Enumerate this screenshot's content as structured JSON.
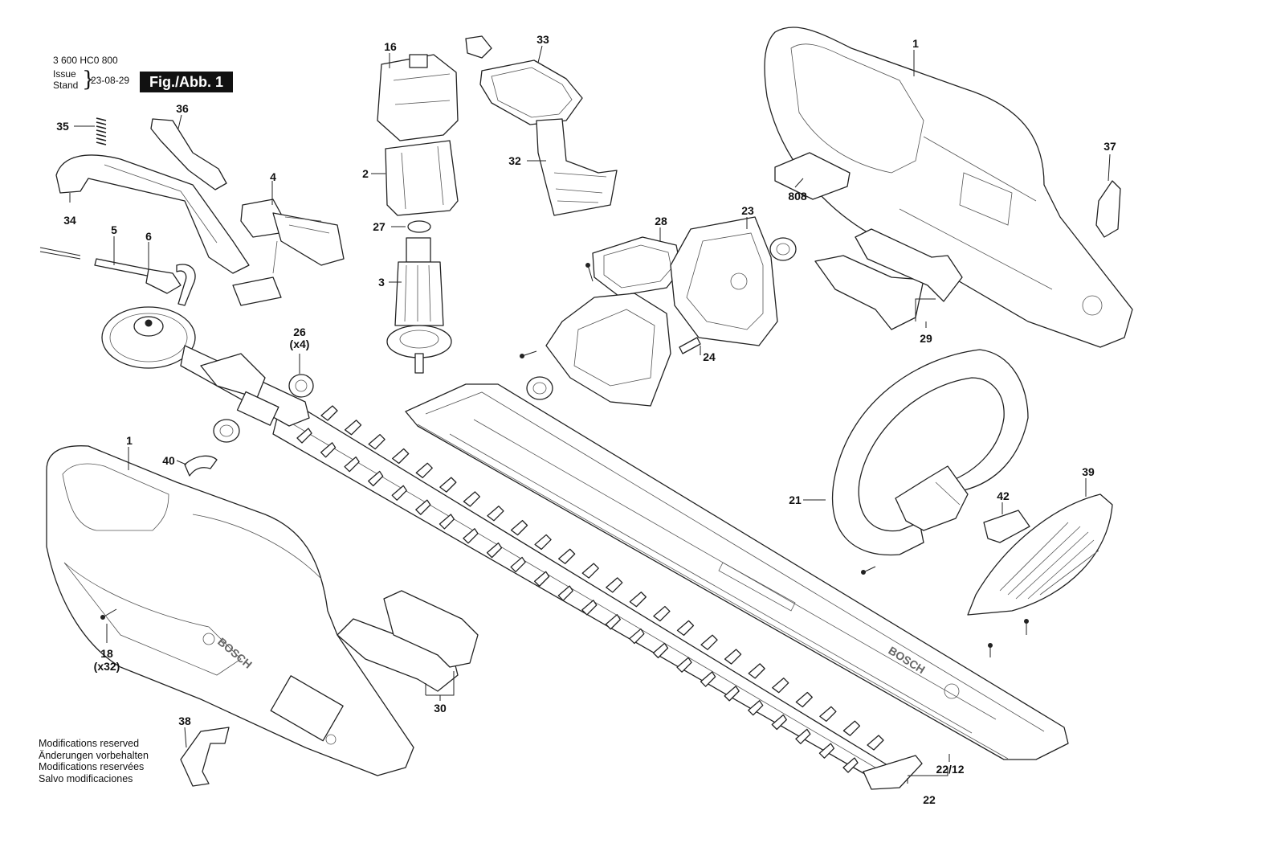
{
  "header": {
    "doc_number": "3 600 HC0 800",
    "issue_label": "Issue",
    "stand_label": "Stand",
    "date": "23-08-29",
    "figure_label": "Fig./Abb. 1"
  },
  "notes": [
    "Modifications reserved",
    "Änderungen vorbehalten",
    "Modifications reservées",
    "Salvo modificaciones"
  ],
  "brand_text": "BOSCH",
  "callouts": {
    "c1a": "1",
    "c1b": "1",
    "c2": "2",
    "c3": "3",
    "c4": "4",
    "c5": "5",
    "c6": "6",
    "c16": "16",
    "c18": "18",
    "c18q": "(x32)",
    "c21": "21",
    "c22": "22",
    "c2212": "22/12",
    "c23": "23",
    "c24": "24",
    "c26": "26",
    "c26q": "(x4)",
    "c27": "27",
    "c28": "28",
    "c29": "29",
    "c30": "30",
    "c32": "32",
    "c33": "33",
    "c34": "34",
    "c35": "35",
    "c36": "36",
    "c37": "37",
    "c38": "38",
    "c39": "39",
    "c40": "40",
    "c42": "42",
    "c808": "808"
  }
}
